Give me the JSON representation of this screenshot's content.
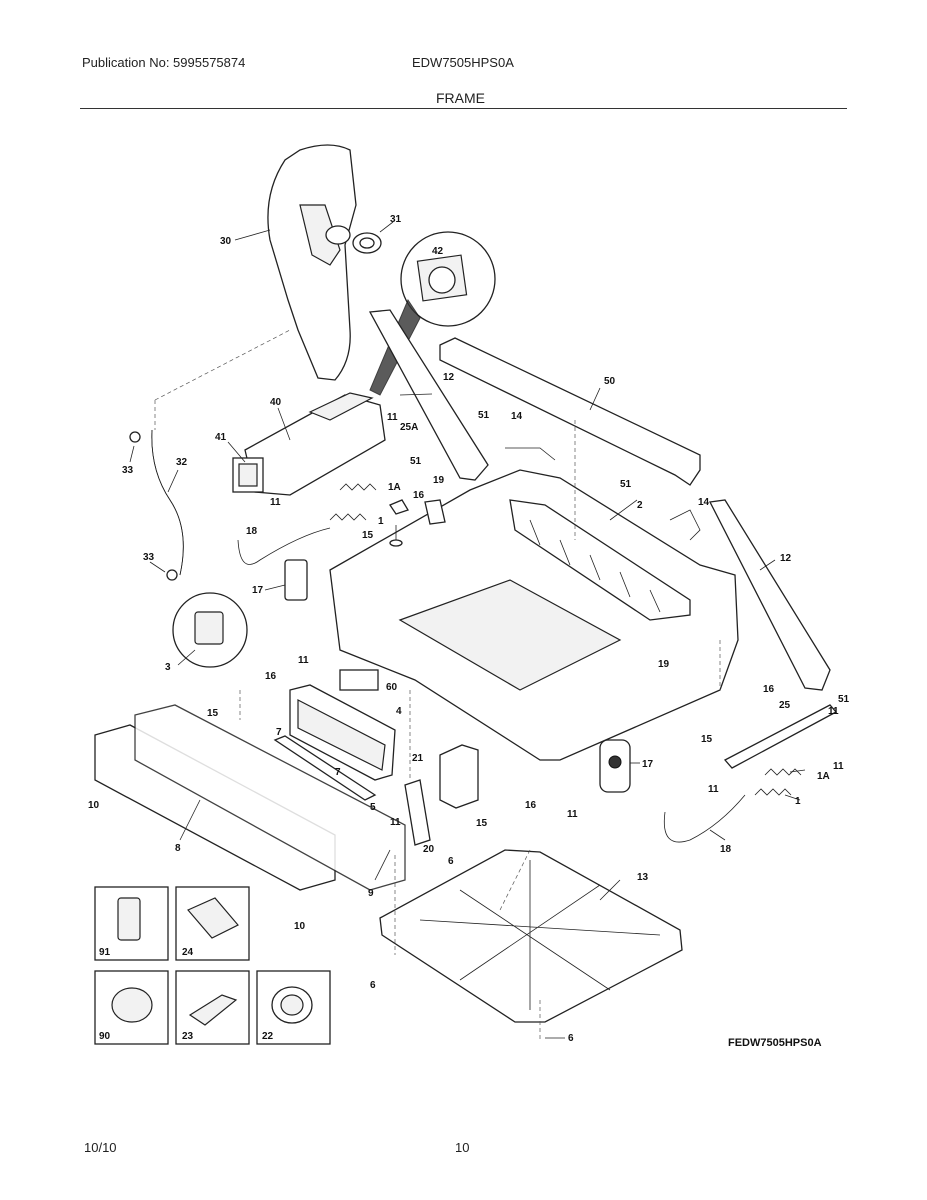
{
  "header": {
    "publication": "Publication No: 5995575874",
    "model": "EDW7505HPS0A",
    "section_title": "FRAME"
  },
  "diagram": {
    "code": "FEDW7505HPS0A",
    "callouts": {
      "c30": "30",
      "c31": "31",
      "c42": "42",
      "c40": "40",
      "c41": "41",
      "c33a": "33",
      "c32": "32",
      "c33b": "33",
      "c12a": "12",
      "c50": "50",
      "c51a": "51",
      "c14a": "14",
      "c11a": "11",
      "c25Aa": "25A",
      "c51b": "51",
      "c51c": "51",
      "c11b": "11",
      "c1Aa": "1A",
      "c19a": "19",
      "c16a": "16",
      "c18a": "18",
      "c1a": "1",
      "c15a": "15",
      "c2": "2",
      "c14b": "14",
      "c12b": "12",
      "c17a": "17",
      "c3": "3",
      "c11c": "11",
      "c60": "60",
      "c16b": "16",
      "c15b": "15",
      "c7a": "7",
      "c4": "4",
      "c7b": "7",
      "c5": "5",
      "c19b": "19",
      "c51d": "51",
      "c16c": "16",
      "c25": "25",
      "c11d": "11",
      "c15c": "15",
      "c11e": "11",
      "c1Ab": "1A",
      "c11f": "11",
      "c1b": "1",
      "c18b": "18",
      "c17b": "17",
      "c21": "21",
      "c16d": "16",
      "c11g": "11",
      "c11h": "11",
      "c15d": "15",
      "c20": "20",
      "c6a": "6",
      "c13": "13",
      "c10a": "10",
      "c8": "8",
      "c9": "9",
      "c10b": "10",
      "c6b": "6",
      "c6c": "6",
      "c91": "91",
      "c24": "24",
      "c90": "90",
      "c23": "23",
      "c22": "22"
    }
  },
  "footer": {
    "date": "10/10",
    "page": "10"
  }
}
